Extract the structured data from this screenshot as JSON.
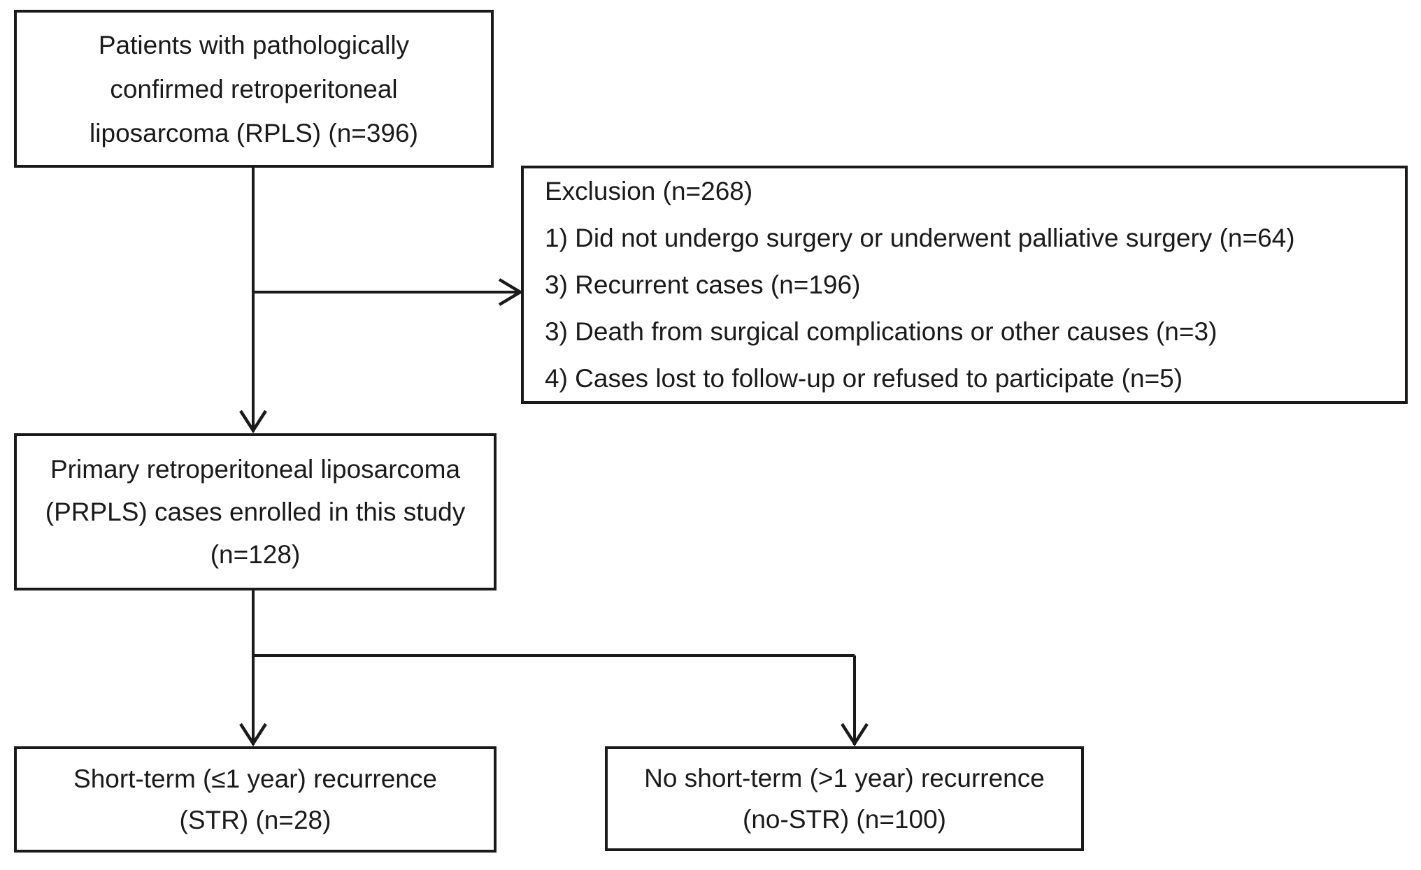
{
  "diagram": {
    "type": "flowchart",
    "title": "Patient selection flow diagram for retroperitoneal liposarcoma study",
    "background_color": "#ffffff",
    "line_color": "#1a1a1a",
    "text_color": "#1a1a1a"
  },
  "nodes": {
    "source": {
      "id": "source",
      "lines": [
        "Patients with pathologically",
        "confirmed retroperitoneal",
        "liposarcoma (RPLS) (n=396)"
      ],
      "count_label": "n=396",
      "count": 396
    },
    "exclusion": {
      "id": "exclusion",
      "heading": "Exclusion (n=268)",
      "count_label": "n=268",
      "count": 268,
      "items": [
        "1) Did not undergo surgery or underwent palliative surgery (n=64)",
        "3) Recurrent cases (n=196)",
        "3) Death from surgical complications or other causes (n=3)",
        "4) Cases lost to follow-up or refused to participate (n=5)"
      ],
      "item_counts": [
        64,
        196,
        3,
        5
      ]
    },
    "enrolled": {
      "id": "enrolled",
      "lines": [
        "Primary retroperitoneal liposarcoma",
        "(PRPLS) cases enrolled in this study",
        "(n=128)"
      ],
      "count_label": "n=128",
      "count": 128
    },
    "str": {
      "id": "str",
      "lines": [
        "Short-term (≤1 year) recurrence",
        "(STR) (n=28)"
      ],
      "count_label": "n=28",
      "count": 28
    },
    "nostr": {
      "id": "nostr",
      "lines": [
        "No short-term (>1 year) recurrence",
        "(no-STR) (n=100)"
      ],
      "count_label": "n=100",
      "count": 100
    }
  },
  "edges": [
    {
      "from": "source",
      "to": "exclusion",
      "style": "elbow-right-arrow"
    },
    {
      "from": "source",
      "to": "enrolled",
      "style": "straight-down-arrow"
    },
    {
      "from": "enrolled",
      "to": "str",
      "style": "split-down-arrow"
    },
    {
      "from": "enrolled",
      "to": "nostr",
      "style": "split-right-down-arrow"
    }
  ]
}
